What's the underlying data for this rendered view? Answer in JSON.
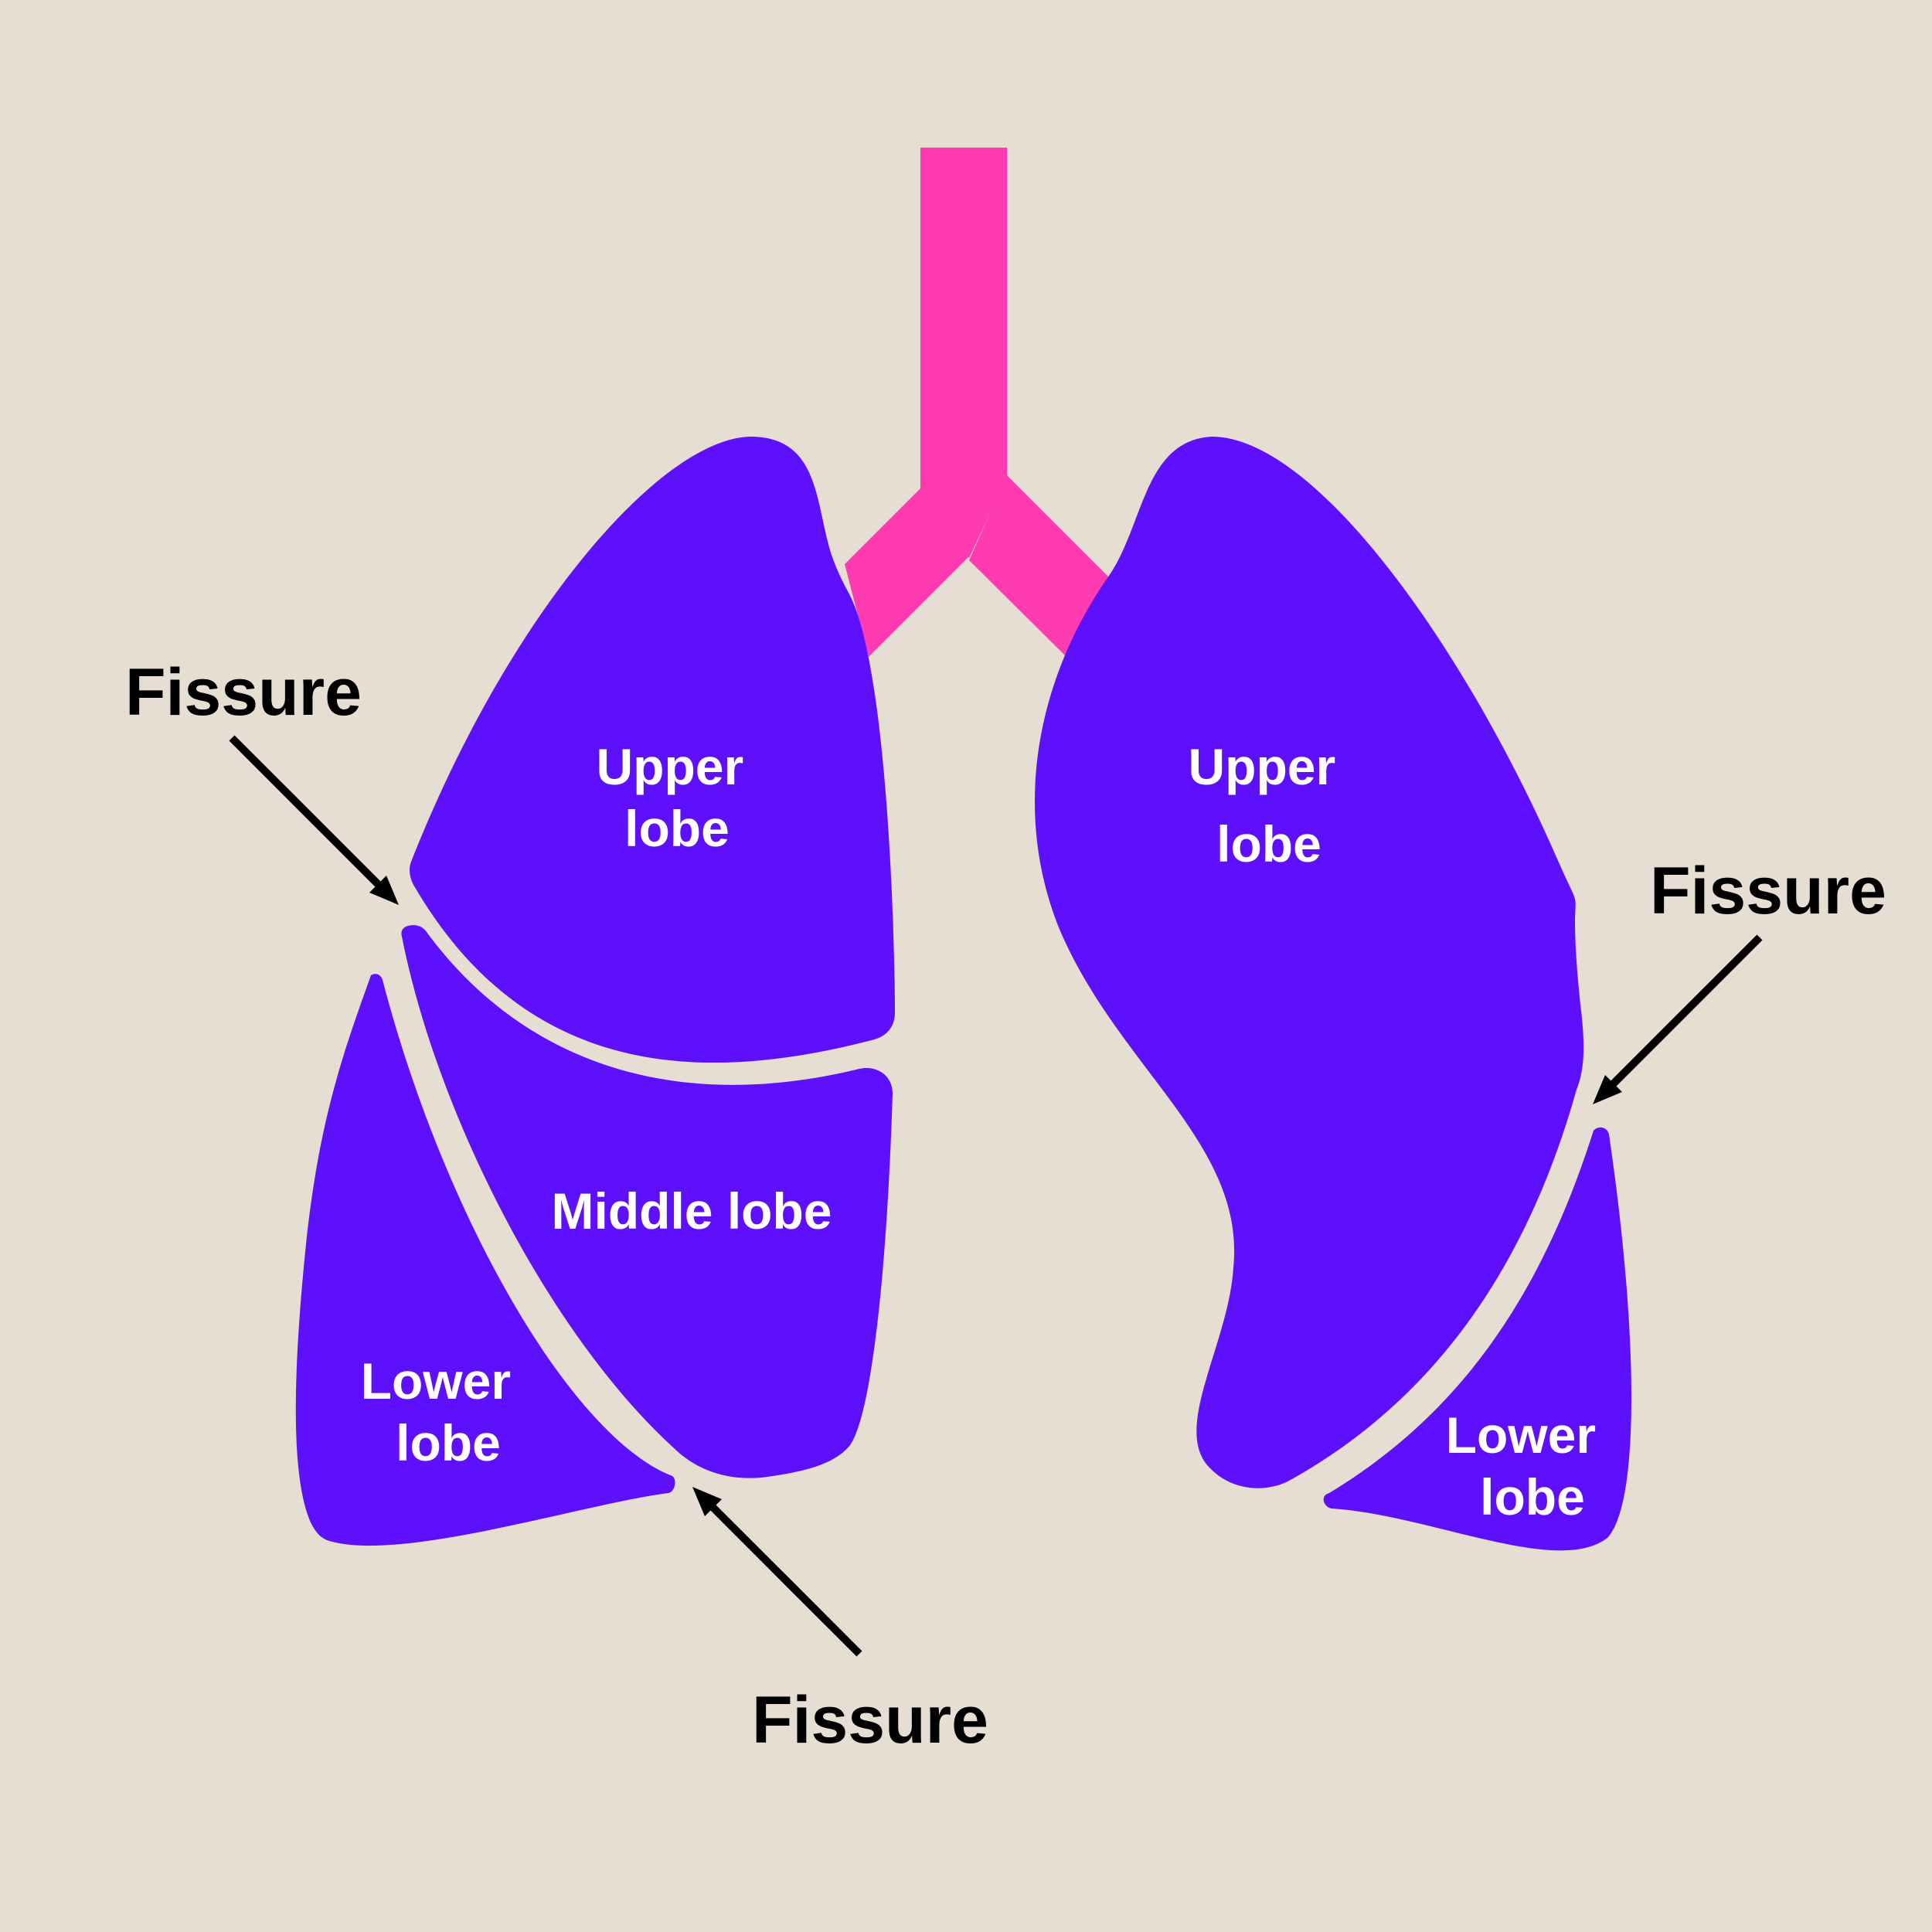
{
  "colors": {
    "background": "#e6ddd3",
    "lung": "#5e10fc",
    "airway": "#ff3bb1",
    "label_text": "#ffffff",
    "annotation": "#000000"
  },
  "airway": {
    "name": "trachea and bronchi"
  },
  "right_lung": {
    "upper_lobe": {
      "line1": "Upper",
      "line2": "lobe"
    },
    "middle_lobe": {
      "line1": "Middle lobe"
    },
    "lower_lobe": {
      "line1": "Lower",
      "line2": "lobe"
    }
  },
  "left_lung": {
    "upper_lobe": {
      "line1": "Upper",
      "line2": "lobe"
    },
    "lower_lobe": {
      "line1": "Lower",
      "line2": "lobe"
    }
  },
  "fissure_labels": {
    "top_left": "Fissure",
    "bottom_center": "Fissure",
    "right": "Fissure"
  }
}
